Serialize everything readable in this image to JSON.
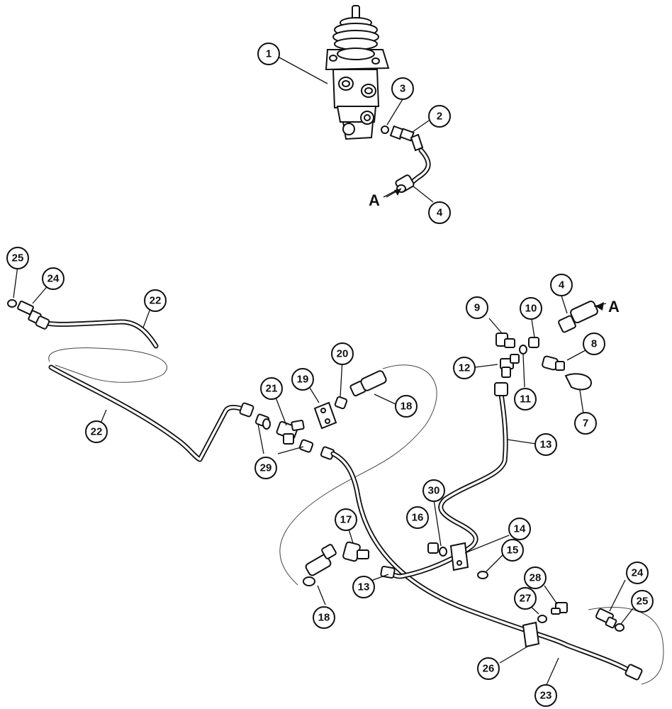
{
  "callouts": [
    {
      "id": "c1",
      "label": "1"
    },
    {
      "id": "c2",
      "label": "2"
    },
    {
      "id": "c3",
      "label": "3"
    },
    {
      "id": "c4a",
      "label": "4"
    },
    {
      "id": "c4b",
      "label": "4"
    },
    {
      "id": "c7",
      "label": "7"
    },
    {
      "id": "c8",
      "label": "8"
    },
    {
      "id": "c9",
      "label": "9"
    },
    {
      "id": "c10",
      "label": "10"
    },
    {
      "id": "c11",
      "label": "11"
    },
    {
      "id": "c12",
      "label": "12"
    },
    {
      "id": "c13a",
      "label": "13"
    },
    {
      "id": "c13b",
      "label": "13"
    },
    {
      "id": "c14",
      "label": "14"
    },
    {
      "id": "c15",
      "label": "15"
    },
    {
      "id": "c16",
      "label": "16"
    },
    {
      "id": "c17",
      "label": "17"
    },
    {
      "id": "c18a",
      "label": "18"
    },
    {
      "id": "c18b",
      "label": "18"
    },
    {
      "id": "c19",
      "label": "19"
    },
    {
      "id": "c20",
      "label": "20"
    },
    {
      "id": "c21",
      "label": "21"
    },
    {
      "id": "c22a",
      "label": "22"
    },
    {
      "id": "c22b",
      "label": "22"
    },
    {
      "id": "c23",
      "label": "23"
    },
    {
      "id": "c24a",
      "label": "24"
    },
    {
      "id": "c24b",
      "label": "24"
    },
    {
      "id": "c25a",
      "label": "25"
    },
    {
      "id": "c25b",
      "label": "25"
    },
    {
      "id": "c26",
      "label": "26"
    },
    {
      "id": "c27",
      "label": "27"
    },
    {
      "id": "c28",
      "label": "28"
    },
    {
      "id": "c29",
      "label": "29"
    },
    {
      "id": "c30",
      "label": "30"
    }
  ],
  "connection_marks": [
    {
      "id": "a1",
      "label": "A"
    },
    {
      "id": "a2",
      "label": "A"
    }
  ]
}
